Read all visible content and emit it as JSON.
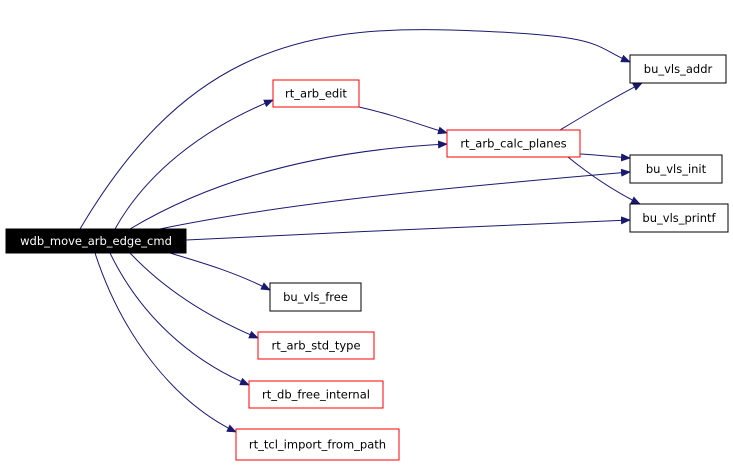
{
  "graph": {
    "root": {
      "id": "root",
      "label": "wdb_move_arb_edge_cmd",
      "style": "root"
    },
    "nodes": [
      {
        "id": "bu_vls_addr",
        "label": "bu_vls_addr",
        "style": "doc"
      },
      {
        "id": "rt_arb_edit",
        "label": "rt_arb_edit",
        "style": "undoc"
      },
      {
        "id": "rt_arb_calc_planes",
        "label": "rt_arb_calc_planes",
        "style": "undoc"
      },
      {
        "id": "bu_vls_init",
        "label": "bu_vls_init",
        "style": "doc"
      },
      {
        "id": "bu_vls_printf",
        "label": "bu_vls_printf",
        "style": "doc"
      },
      {
        "id": "bu_vls_free",
        "label": "bu_vls_free",
        "style": "doc"
      },
      {
        "id": "rt_arb_std_type",
        "label": "rt_arb_std_type",
        "style": "undoc"
      },
      {
        "id": "rt_db_free_internal",
        "label": "rt_db_free_internal",
        "style": "undoc"
      },
      {
        "id": "rt_tcl_import_from_path",
        "label": "rt_tcl_import_from_path",
        "style": "undoc"
      }
    ],
    "edges": [
      {
        "from": "root",
        "to": "bu_vls_addr"
      },
      {
        "from": "root",
        "to": "rt_arb_edit"
      },
      {
        "from": "root",
        "to": "rt_arb_calc_planes"
      },
      {
        "from": "root",
        "to": "bu_vls_init"
      },
      {
        "from": "root",
        "to": "bu_vls_printf"
      },
      {
        "from": "root",
        "to": "bu_vls_free"
      },
      {
        "from": "root",
        "to": "rt_arb_std_type"
      },
      {
        "from": "root",
        "to": "rt_db_free_internal"
      },
      {
        "from": "root",
        "to": "rt_tcl_import_from_path"
      },
      {
        "from": "rt_arb_edit",
        "to": "rt_arb_calc_planes"
      },
      {
        "from": "rt_arb_calc_planes",
        "to": "bu_vls_addr"
      },
      {
        "from": "rt_arb_calc_planes",
        "to": "bu_vls_init"
      },
      {
        "from": "rt_arb_calc_planes",
        "to": "bu_vls_printf"
      }
    ]
  },
  "colors": {
    "edge": "#191970",
    "root_fill": "#000000",
    "root_text": "#ffffff",
    "doc_border": "#000000",
    "undoc_border": "#ff0000",
    "node_fill": "#ffffff",
    "node_text": "#000000"
  }
}
